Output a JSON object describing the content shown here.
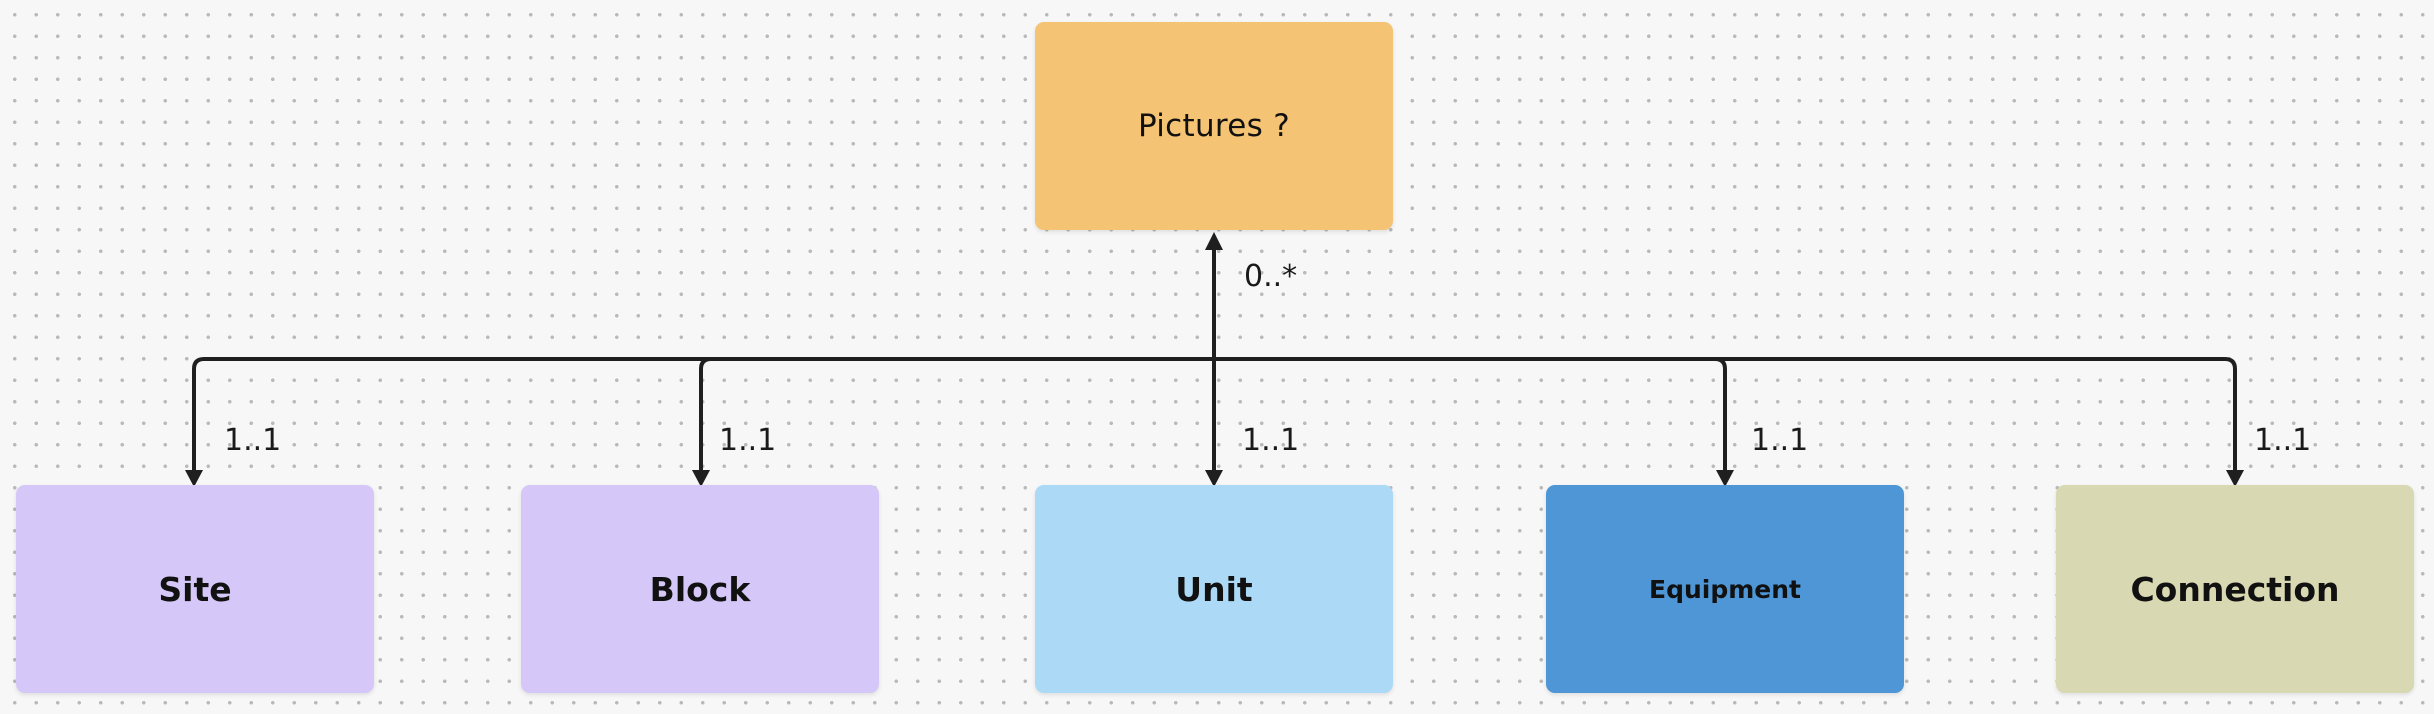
{
  "diagram": {
    "top_node": {
      "label": "Pictures ?",
      "color": "#f4c374",
      "multiplicity": "0..*"
    },
    "bottom_nodes": [
      {
        "label": "Site",
        "color": "#d5c8f9",
        "multiplicity": "1..1"
      },
      {
        "label": "Block",
        "color": "#d5c8f9",
        "multiplicity": "1..1"
      },
      {
        "label": "Unit",
        "color": "#acdaf6",
        "multiplicity": "1..1"
      },
      {
        "label": "Equipment",
        "color": "#4e96d6",
        "multiplicity": "1..1"
      },
      {
        "label": "Connection",
        "color": "#d8d8b2",
        "multiplicity": "1..1"
      }
    ],
    "connector_color": "#1f1f1f"
  }
}
